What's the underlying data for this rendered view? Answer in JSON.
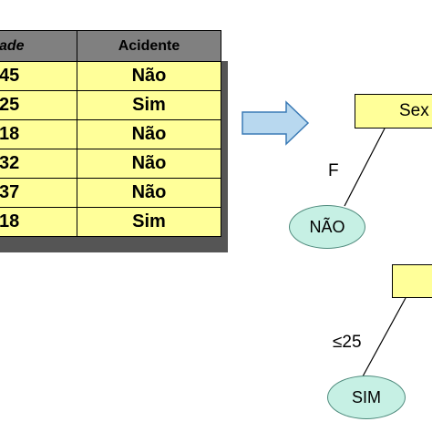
{
  "table": {
    "headers": [
      "ade",
      "Acidente"
    ],
    "rows": [
      [
        "45",
        "Não"
      ],
      [
        "25",
        "Sim"
      ],
      [
        "18",
        "Não"
      ],
      [
        "32",
        "Não"
      ],
      [
        "37",
        "Não"
      ],
      [
        "18",
        "Sim"
      ]
    ]
  },
  "tree": {
    "root_label": "Sex",
    "root_edge_label": "F",
    "leaf_nao_label": "NÃO",
    "age_edge_label": "≤25",
    "leaf_sim_label": "SIM"
  },
  "colors": {
    "cell_fill": "#ffff99",
    "header_fill": "#808080",
    "leaf_fill": "#c6f0e4",
    "arrow_fill": "#b8d8ef"
  },
  "icons": {
    "arrow": "right-arrow-icon"
  }
}
